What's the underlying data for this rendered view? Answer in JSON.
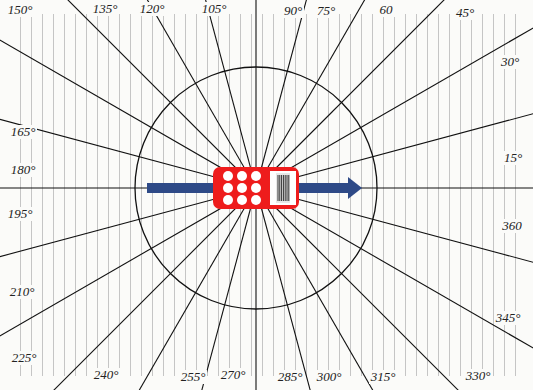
{
  "diagram": {
    "labels": [
      "150°",
      "135°",
      "120°",
      "105°",
      "90°",
      "75°",
      "60",
      "45°",
      "30°",
      "15°",
      "360",
      "345°",
      "330°",
      "315°",
      "300°",
      "285°",
      "270°",
      "255°",
      "240°",
      "225°",
      "210°",
      "195°",
      "180°",
      "165°"
    ]
  }
}
